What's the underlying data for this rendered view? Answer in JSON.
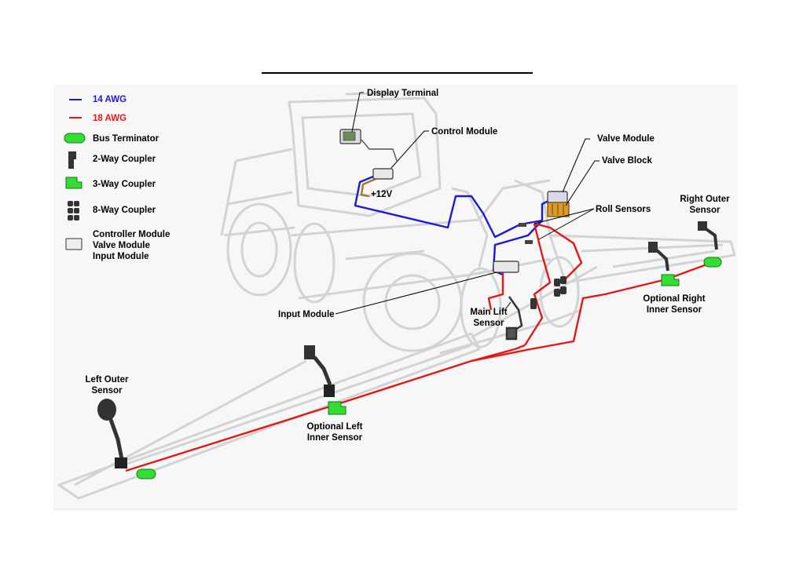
{
  "legend": {
    "wire_14": "14 AWG",
    "wire_18": "18 AWG",
    "bus_terminator": "Bus Terminator",
    "two_way_coupler": "2-Way Coupler",
    "three_way_coupler": "3-Way Coupler",
    "eight_way_coupler": "8-Way Coupler",
    "module_line1": "Controller Module",
    "module_line2": "Valve Module",
    "module_line3": "Input Module"
  },
  "labels": {
    "display_terminal": "Display Terminal",
    "control_module": "Control Module",
    "valve_module": "Valve Module",
    "valve_block": "Valve Block",
    "roll_sensors": "Roll Sensors",
    "right_outer_1": "Right Outer",
    "right_outer_2": "Sensor",
    "power": "+12V",
    "input_module": "Input Module",
    "main_lift_1": "Main Lift",
    "main_lift_2": "Sensor",
    "opt_right_1": "Optional Right",
    "opt_right_2": "Inner Sensor",
    "left_outer_1": "Left Outer",
    "left_outer_2": "Sensor",
    "opt_left_1": "Optional Left",
    "opt_left_2": "Inner Sensor"
  },
  "colors": {
    "wire_14": "#1a1ad6",
    "wire_18": "#e01818",
    "terminator": "#33dd33",
    "outline": "#d6d6d6"
  }
}
